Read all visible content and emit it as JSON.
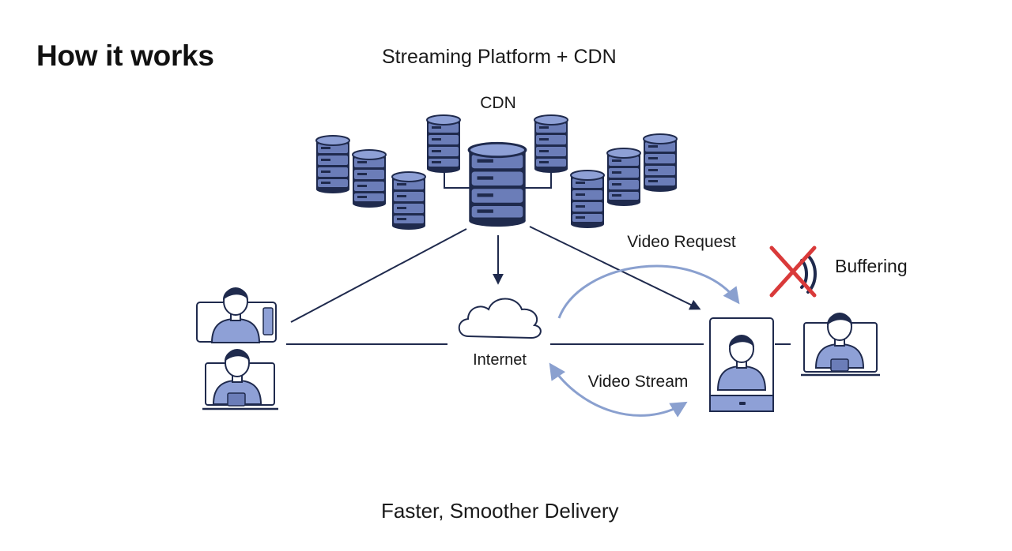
{
  "heading": "How it works",
  "subtitle": "Streaming Platform + CDN",
  "footer": "Faster, Smoother Delivery",
  "labels": {
    "cdn": "CDN",
    "internet": "Internet",
    "video_request": "Video Request",
    "video_stream": "Video Stream",
    "buffering": "Buffering"
  },
  "icons": {
    "server": "server-icon",
    "cloud": "cloud-icon",
    "user": "user-icon",
    "no_signal": "no-signal-icon"
  },
  "colors": {
    "line": "#1f2a4d",
    "server_fill": "#6b7db8",
    "server_dark": "#1f2a4d",
    "person_fill": "#8ea0d6",
    "arc": "#8aa0cf",
    "cross": "#d93a3a"
  }
}
